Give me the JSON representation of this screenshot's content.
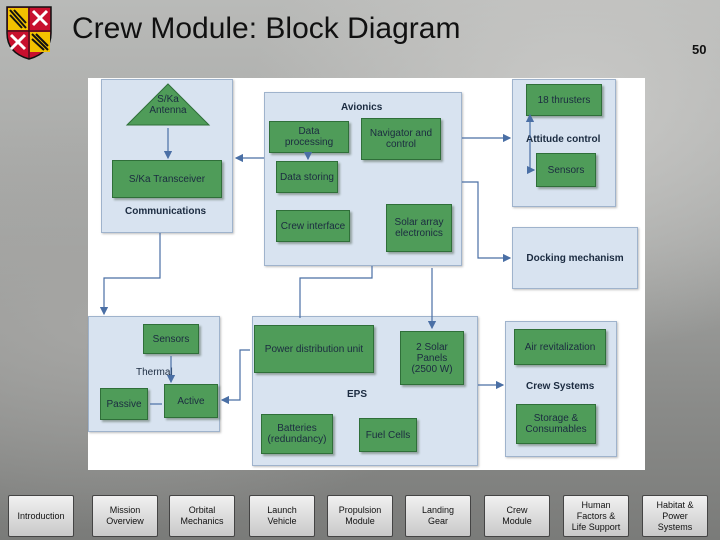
{
  "slide": {
    "title": "Crew Module: Block Diagram",
    "page_number": "50"
  },
  "diagram": {
    "avionics": {
      "label": "Avionics",
      "data_processing": "Data processing",
      "navigator_control": [
        "Navigator and",
        "control"
      ],
      "data_storing": "Data storing",
      "crew_interface": "Crew interface",
      "solar_array": [
        "Solar array",
        "electronics"
      ]
    },
    "communications": {
      "label": "Communications",
      "antenna": [
        "S/Ka",
        "Antenna"
      ],
      "transceiver": "S/Ka Transceiver"
    },
    "attitude": {
      "thrusters": "18 thrusters",
      "attitude_control": "Attitude control",
      "sensors": "Sensors"
    },
    "docking": "Docking mechanism",
    "thermal": {
      "label": "Thermal",
      "sensors": "Sensors",
      "passive": "Passive",
      "active": "Active"
    },
    "eps": {
      "label": "EPS",
      "power_distribution": "Power distribution unit",
      "solar_panels": [
        "2 Solar",
        "Panels",
        "(2500 W)"
      ],
      "batteries": [
        "Batteries",
        "(redundancy)"
      ],
      "fuel_cells": "Fuel Cells"
    },
    "crew_systems": {
      "label": "Crew Systems",
      "air_revitalization": "Air revitalization",
      "storage": [
        "Storage &",
        "Consumables"
      ]
    }
  },
  "nav": [
    [
      "Introduction"
    ],
    [
      "Mission",
      "Overview"
    ],
    [
      "Orbital",
      "Mechanics"
    ],
    [
      "Launch",
      "Vehicle"
    ],
    [
      "Propulsion",
      "Module"
    ],
    [
      "Landing",
      "Gear"
    ],
    [
      "Crew",
      "Module"
    ],
    [
      "Human",
      "Factors &",
      "Life Support"
    ],
    [
      "Habitat &",
      "Power",
      "Systems"
    ]
  ],
  "colors": {
    "block_green": "#4f9c59",
    "group_blue": "#d8e3f0",
    "connector": "#4a6fa5",
    "logo_red": "#c8102e",
    "logo_gold": "#f2c100"
  }
}
